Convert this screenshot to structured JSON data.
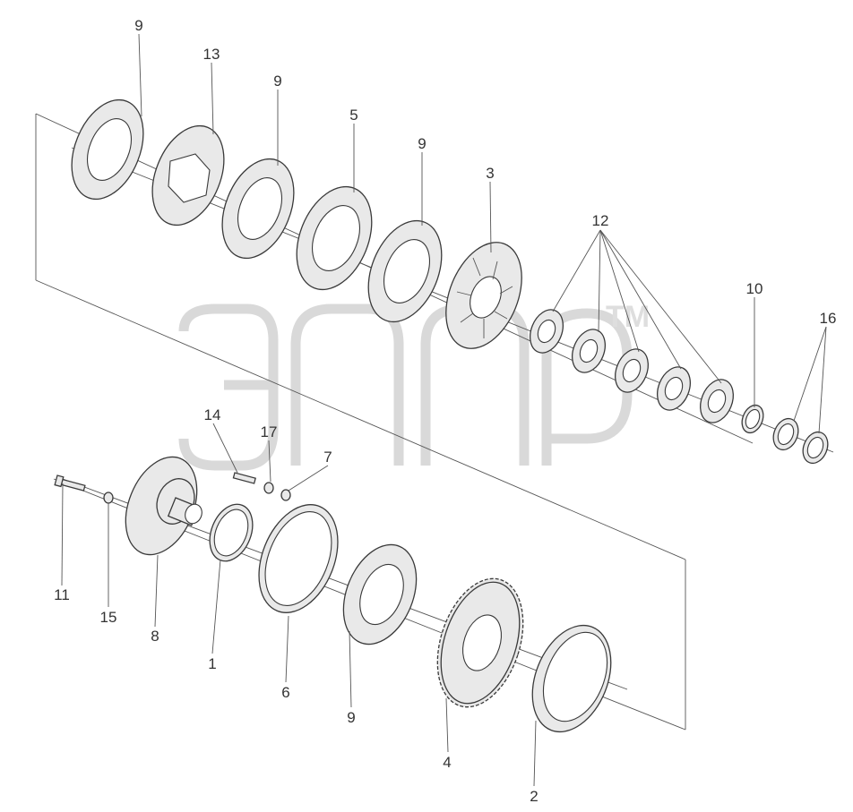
{
  "diagram": {
    "callouts": [
      "9",
      "13",
      "9",
      "5",
      "9",
      "3",
      "12",
      "10",
      "16",
      "14",
      "17",
      "7",
      "11",
      "15",
      "8",
      "1",
      "6",
      "9",
      "4",
      "2"
    ],
    "watermark": {
      "trademark": "TM"
    }
  }
}
